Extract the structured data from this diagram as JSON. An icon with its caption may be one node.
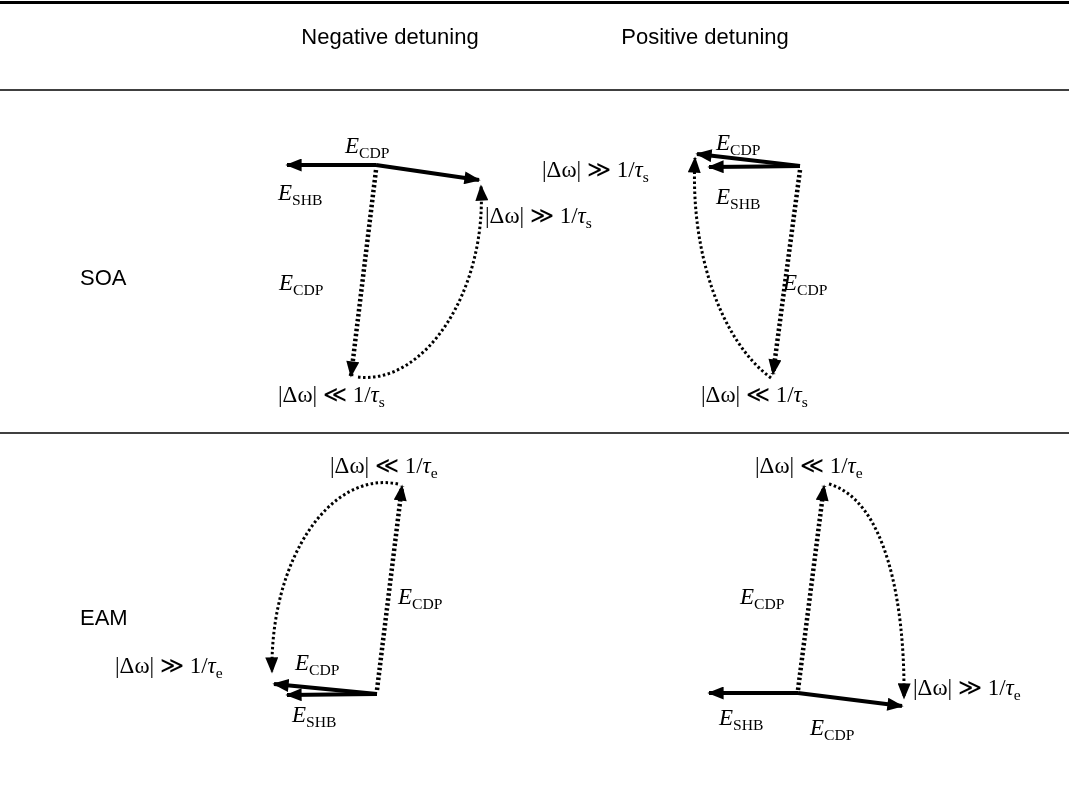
{
  "diagram": {
    "labels": [
      "Negative detuning",
      "Positive detuning",
      "SOA",
      "*E*$_{CDP}$",
      "*E*$_{SHB}$",
      "|Δω| ≫ 1/*τ*$_{s}$",
      "*E*$_{CDP}$",
      "|Δω| ≪ 1/*τ*$_{s}$",
      "*E*$_{CDP}$",
      "|Δω| ≫ 1/*τ*$_{s}$",
      "*E*$_{SHB}$",
      "*E*$_{CDP}$",
      "|Δω| ≪ 1/*τ*$_{s}$",
      "EAM",
      "|Δω| ≪ 1/*τ*$_{e}$",
      "*E*$_{CDP}$",
      "|Δω| ≫ 1/*τ*$_{e}$",
      "*E*$_{CDP}$",
      "*E*$_{SHB}$",
      "|Δω| ≪ 1/*τ*$_{e}$",
      "*E*$_{CDP}$",
      "|Δω| ≫ 1/*τ*$_{e}$",
      "*E*$_{SHB}$",
      "*E*$_{CDP}$"
    ]
  }
}
